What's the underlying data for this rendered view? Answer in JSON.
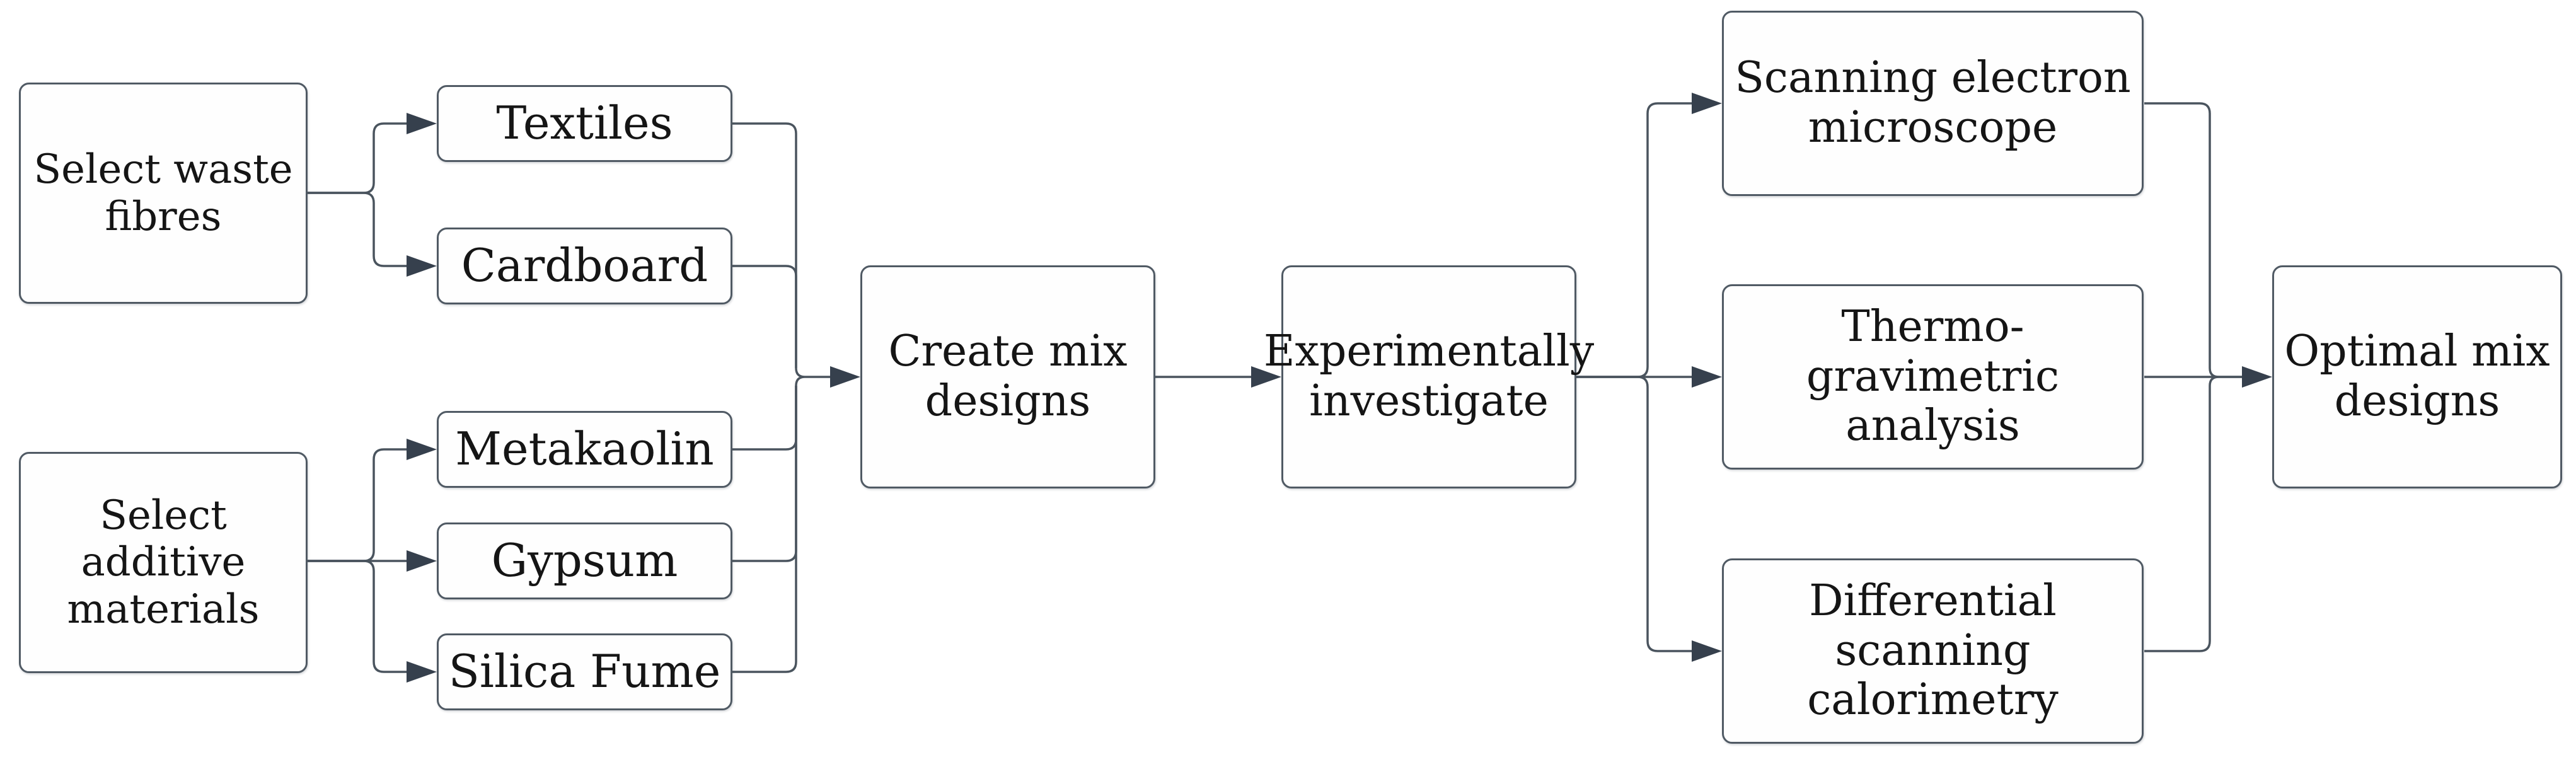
{
  "diagram": {
    "colors": {
      "background": "#ffffff",
      "box_fill": "#fefefe",
      "border": "#505a64",
      "line": "#4a545e",
      "arrow": "#36404d",
      "text": "#151515"
    },
    "nodes": [
      {
        "id": "select-waste-fibres",
        "lines": [
          "Select waste",
          "fibres"
        ]
      },
      {
        "id": "select-additive-materials",
        "lines": [
          "Select",
          "additive",
          "materials"
        ]
      },
      {
        "id": "textiles",
        "lines": [
          "Textiles"
        ]
      },
      {
        "id": "cardboard",
        "lines": [
          "Cardboard"
        ]
      },
      {
        "id": "metakaolin",
        "lines": [
          "Metakaolin"
        ]
      },
      {
        "id": "gypsum",
        "lines": [
          "Gypsum"
        ]
      },
      {
        "id": "silica-fume",
        "lines": [
          "Silica Fume"
        ]
      },
      {
        "id": "create-mix-designs",
        "lines": [
          "Create mix",
          "designs"
        ]
      },
      {
        "id": "experimentally-investigate",
        "lines": [
          "Experimentally",
          "investigate"
        ]
      },
      {
        "id": "scanning-electron-microscope",
        "lines": [
          "Scanning electron",
          "microscope"
        ]
      },
      {
        "id": "thermo-gravimetric-analysis",
        "lines": [
          "Thermo-",
          "gravimetric",
          "analysis"
        ]
      },
      {
        "id": "differential-scanning-calorimetry",
        "lines": [
          "Differential",
          "scanning",
          "calorimetry"
        ]
      },
      {
        "id": "optimal-mix-designs",
        "lines": [
          "Optimal mix",
          "designs"
        ]
      }
    ],
    "edges": [
      {
        "from": "select-waste-fibres",
        "to": "textiles"
      },
      {
        "from": "select-waste-fibres",
        "to": "cardboard"
      },
      {
        "from": "select-additive-materials",
        "to": "metakaolin"
      },
      {
        "from": "select-additive-materials",
        "to": "gypsum"
      },
      {
        "from": "select-additive-materials",
        "to": "silica-fume"
      },
      {
        "from": "textiles",
        "to": "create-mix-designs"
      },
      {
        "from": "cardboard",
        "to": "create-mix-designs"
      },
      {
        "from": "metakaolin",
        "to": "create-mix-designs"
      },
      {
        "from": "gypsum",
        "to": "create-mix-designs"
      },
      {
        "from": "silica-fume",
        "to": "create-mix-designs"
      },
      {
        "from": "create-mix-designs",
        "to": "experimentally-investigate"
      },
      {
        "from": "experimentally-investigate",
        "to": "scanning-electron-microscope"
      },
      {
        "from": "experimentally-investigate",
        "to": "thermo-gravimetric-analysis"
      },
      {
        "from": "experimentally-investigate",
        "to": "differential-scanning-calorimetry"
      },
      {
        "from": "scanning-electron-microscope",
        "to": "optimal-mix-designs"
      },
      {
        "from": "thermo-gravimetric-analysis",
        "to": "optimal-mix-designs"
      },
      {
        "from": "differential-scanning-calorimetry",
        "to": "optimal-mix-designs"
      }
    ]
  }
}
